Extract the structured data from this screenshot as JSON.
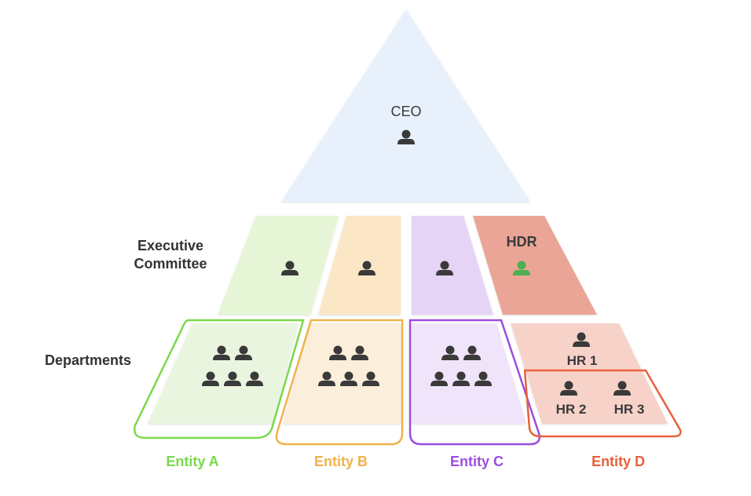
{
  "labels": {
    "ceo": "CEO",
    "executive_committee_line1": "Executive",
    "executive_committee_line2": "Committee",
    "departments": "Departments",
    "hdr": "HDR",
    "hr1": "HR 1",
    "hr2": "HR 2",
    "hr3": "HR 3"
  },
  "entities": [
    {
      "label": "Entity A",
      "color": "#7ad94a"
    },
    {
      "label": "Entity B",
      "color": "#f0b24a"
    },
    {
      "label": "Entity C",
      "color": "#9b4ee0"
    },
    {
      "label": "Entity D",
      "color": "#e8603c"
    }
  ],
  "colors": {
    "ceo_fill": "#e8f1fb",
    "exec_a_fill": "#e6f5d6",
    "exec_b_fill": "#fbe7c6",
    "exec_c_fill": "#e6d4f7",
    "exec_d_fill": "#eba596",
    "dept_a_fill": "#eaf5df",
    "dept_b_fill": "#fbeeda",
    "dept_c_fill": "#efe4fa",
    "dept_d_fill": "#f6d2c9",
    "person_icon": "#3a3a3a",
    "hdr_person_icon": "#4caf50"
  },
  "icons": {
    "person": "person-icon",
    "group": "people-group-icon"
  }
}
